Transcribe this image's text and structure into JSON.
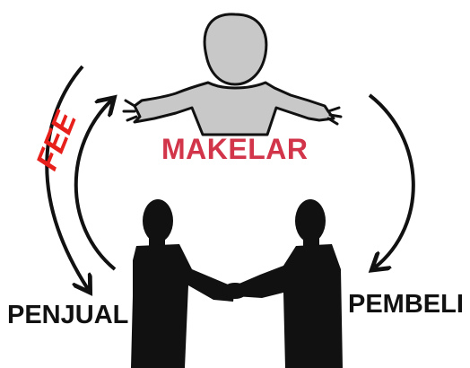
{
  "labels": {
    "broker": "MAKELAR",
    "fee": "FEE",
    "seller": "PENJUAL",
    "buyer": "PEMBELI"
  },
  "colors": {
    "broker_text": "#d2344a",
    "fee_text": "#e8201c",
    "broker_figure": "#c8c8c8",
    "silhouette": "#111111"
  },
  "icons": {
    "broker": "person-arms-open-icon",
    "handshake": "handshake-silhouette-icon",
    "flow_arrows": "curved-arrow-icon"
  }
}
